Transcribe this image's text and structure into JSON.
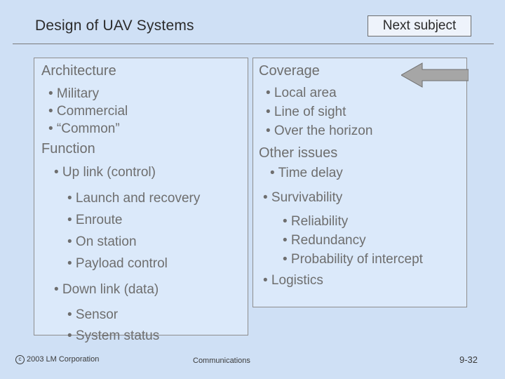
{
  "slide": {
    "title": "Design of UAV Systems",
    "next_subject_label": "Next subject",
    "background_color": "#cfe0f5",
    "text_color": "#6e6e6e"
  },
  "left_column": {
    "heading_1": "Architecture",
    "items_1": [
      "• Military",
      "• Commercial",
      "• “Common”"
    ],
    "heading_2": "Function",
    "uplink": "• Up link (control)",
    "uplink_children": [
      "•  Launch and recovery",
      "•  Enroute",
      "•  On station",
      "•  Payload control"
    ],
    "downlink": "• Down link (data)",
    "downlink_children": [
      "•  Sensor",
      "•  System status"
    ]
  },
  "right_column": {
    "heading_1": "Coverage",
    "items_1": [
      "• Local area",
      "• Line of sight",
      "• Over the horizon"
    ],
    "heading_2": "Other issues",
    "items_2": [
      "• Time delay",
      "• Survivability"
    ],
    "survivability_children": [
      "• Reliability",
      "• Redundancy",
      "• Probability of intercept"
    ],
    "logistics": "• Logistics"
  },
  "arrow": {
    "direction": "left",
    "fill_color": "#a6a6a6"
  },
  "footer": {
    "copyright": "2003 LM Corporation",
    "copyright_symbol": "c",
    "center": "Communications",
    "page_number": "9-32"
  }
}
